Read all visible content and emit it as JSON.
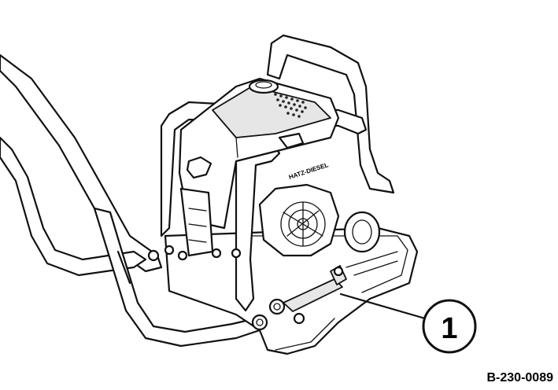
{
  "figure": {
    "callout_number": "1",
    "drawing_code": "B-230-0089",
    "engine_brand_text": "HATZ-DIESEL"
  },
  "colors": {
    "line": "#111111",
    "highlight_part": "#e0e0e0",
    "background": "#ffffff"
  }
}
